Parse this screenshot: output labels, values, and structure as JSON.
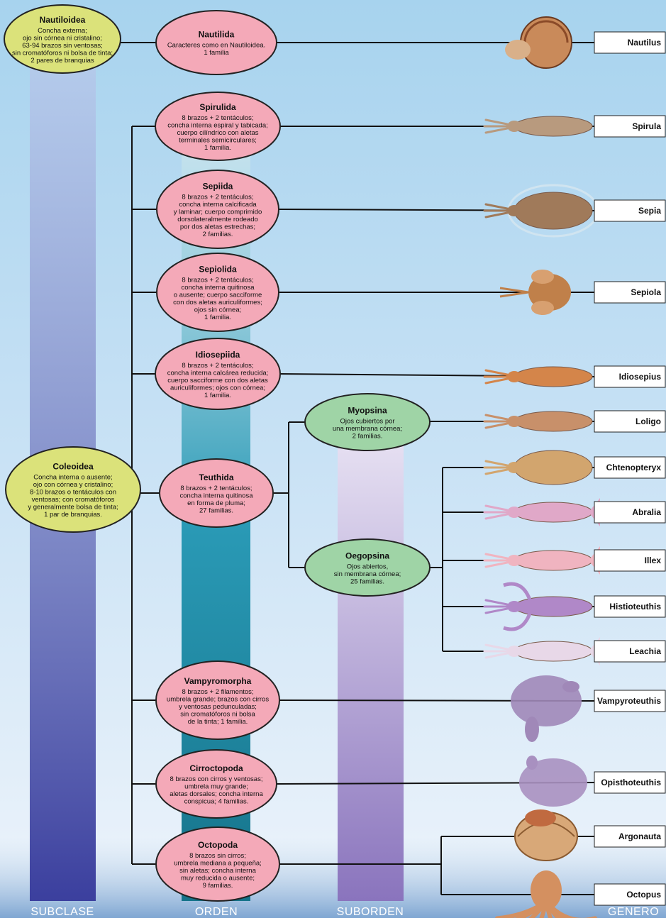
{
  "columns": {
    "subclase": "SUBCLASE",
    "orden": "ORDEN",
    "suborden": "SUBORDEN",
    "genero": "GENERO"
  },
  "subclasses": [
    {
      "id": "nautiloidea",
      "name": "Nautiloidea",
      "lines": [
        "Concha externa;",
        "ojo sin córnea ni cristalino;",
        "63-94 brazos sin ventosas;",
        "sin cromatóforos ni bolsa de tinta;",
        "2 pares de branquias"
      ],
      "color": "#dbe27a"
    },
    {
      "id": "coleoidea",
      "name": "Coleoidea",
      "lines": [
        "Concha interna o ausente;",
        "ojo con córnea y cristalino;",
        "8-10 brazos o tentáculos con",
        "ventosas; con cromatóforos",
        "y generalmente bolsa de tinta;",
        "1 par de branquias."
      ],
      "color": "#dbe27a"
    }
  ],
  "orders": [
    {
      "id": "nautilida",
      "name": "Nautilida",
      "lines": [
        "Caracteres como en Nautiloidea.",
        "1 familia"
      ]
    },
    {
      "id": "spirulida",
      "name": "Spirulida",
      "lines": [
        "8 brazos + 2 tentáculos;",
        "concha interna espiral y tabicada;",
        "cuerpo cilíndrico con aletas",
        "terminales semicirculares;",
        "1 familia."
      ]
    },
    {
      "id": "sepiida",
      "name": "Sepiida",
      "lines": [
        "8 brazos + 2 tentáculos;",
        "concha interna calcificada",
        "y laminar; cuerpo comprimido",
        "dorsolateralmente rodeado",
        "por dos aletas estrechas;",
        "2 familias."
      ]
    },
    {
      "id": "sepiolida",
      "name": "Sepiolida",
      "lines": [
        "8 brazos + 2 tentáculos;",
        "concha interna quitinosa",
        "o ausente; cuerpo sacciforme",
        "con dos aletas auriculiformes;",
        "ojos sin córnea;",
        "1 familia."
      ]
    },
    {
      "id": "idiosepiida",
      "name": "Idiosepiida",
      "lines": [
        "8 brazos + 2 tentáculos;",
        "concha interna calcárea reducida;",
        "cuerpo sacciforme con dos aletas",
        "auriculiformes; ojos con córnea;",
        "1 familia."
      ]
    },
    {
      "id": "teuthida",
      "name": "Teuthida",
      "lines": [
        "8 brazos + 2 tentáculos;",
        "concha interna quitinosa",
        "en forma de pluma;",
        "27 familias."
      ]
    },
    {
      "id": "vampyromorpha",
      "name": "Vampyromorpha",
      "lines": [
        "8 brazos + 2 filamentos;",
        "umbrela grande; brazos con cirros",
        "y ventosas pedunculadas;",
        "sin cromatóforos ni bolsa",
        "de la tinta; 1 familia."
      ]
    },
    {
      "id": "cirroctopoda",
      "name": "Cirroctopoda",
      "lines": [
        "8 brazos con cirros y ventosas;",
        "umbrela muy grande;",
        "aletas dorsales; concha interna",
        "conspicua; 4 familias."
      ]
    },
    {
      "id": "octopoda",
      "name": "Octopoda",
      "lines": [
        "8 brazos sin cirros;",
        "umbrela mediana a pequeña;",
        "sin aletas; concha interna",
        "muy reducida o ausente;",
        "9 familias."
      ]
    }
  ],
  "suborders": [
    {
      "id": "myopsina",
      "name": "Myopsina",
      "lines": [
        "Ojos cubiertos por",
        "una membrana córnea;",
        "2 familias."
      ]
    },
    {
      "id": "oegopsina",
      "name": "Oegopsina",
      "lines": [
        "Ojos abiertos,",
        "sin membrana córnea;",
        "25 familias."
      ]
    }
  ],
  "genera": [
    {
      "id": "nautilus",
      "name": "Nautilus",
      "animal": "nautilus-illustration",
      "color": "#c98a5a"
    },
    {
      "id": "spirula",
      "name": "Spirula",
      "animal": "spirula-illustration",
      "color": "#b89a7e"
    },
    {
      "id": "sepia",
      "name": "Sepia",
      "animal": "sepia-illustration",
      "color": "#a07a5a"
    },
    {
      "id": "sepiola",
      "name": "Sepiola",
      "animal": "sepiola-illustration",
      "color": "#c0804a"
    },
    {
      "id": "idiosepius",
      "name": "Idiosepius",
      "animal": "idiosepius-illustration",
      "color": "#d4854a"
    },
    {
      "id": "loligo",
      "name": "Loligo",
      "animal": "loligo-illustration",
      "color": "#c8906a"
    },
    {
      "id": "chtenopteryx",
      "name": "Chtenopteryx",
      "animal": "chtenopteryx-illustration",
      "color": "#d2a56e"
    },
    {
      "id": "abralia",
      "name": "Abralia",
      "animal": "abralia-illustration",
      "color": "#e0a8c8"
    },
    {
      "id": "illex",
      "name": "Illex",
      "animal": "illex-illustration",
      "color": "#f0b4c0"
    },
    {
      "id": "histioteuthis",
      "name": "Histioteuthis",
      "animal": "histioteuthis-illustration",
      "color": "#b088c8"
    },
    {
      "id": "leachia",
      "name": "Leachia",
      "animal": "leachia-illustration",
      "color": "#e8d8e8"
    },
    {
      "id": "vampyroteuthis",
      "name": "Vampyroteuthis",
      "animal": "vampyroteuthis-illustration",
      "color": "#a088b8"
    },
    {
      "id": "opisthoteuthis",
      "name": "Opisthoteuthis",
      "animal": "opisthoteuthis-illustration",
      "color": "#a890c0"
    },
    {
      "id": "argonauta",
      "name": "Argonauta",
      "animal": "argonauta-illustration",
      "color": "#d8a878"
    },
    {
      "id": "octopus",
      "name": "Octopus",
      "animal": "octopus-illustration",
      "color": "#d49060"
    }
  ],
  "colors": {
    "background_top": "#a7d3ee",
    "background_bottom": "#eef4fb",
    "subclass_oval": "#dbe27a",
    "order_oval": "#f4a9b8",
    "suborder_oval": "#9fd4a6",
    "subclase_bar": "#3b3f9e",
    "orden_bar": "#17889e",
    "suborden_bar": "#9a86c6"
  }
}
